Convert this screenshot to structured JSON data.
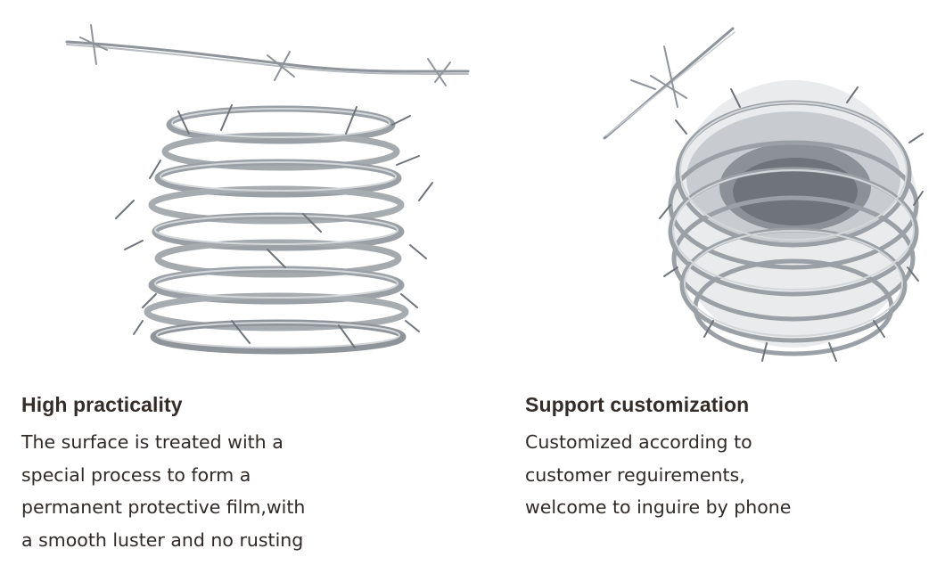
{
  "features": [
    {
      "title": "High practicality",
      "lines": [
        "The surface is treated with a",
        "special process to form a",
        "permanent protective film,with",
        "a smooth luster and no rusting"
      ],
      "image": "barbed-wire-stack"
    },
    {
      "title": "Support customization",
      "lines": [
        "Customized according to",
        "customer reguirements,",
        "welcome to inguire by phone"
      ],
      "image": "barbed-wire-coil"
    }
  ],
  "colors": {
    "wire": "#8f949a",
    "wire_light": "#c9cdd1",
    "title_text": "#332c29",
    "body_text": "#2f2a27",
    "background": "#ffffff"
  }
}
